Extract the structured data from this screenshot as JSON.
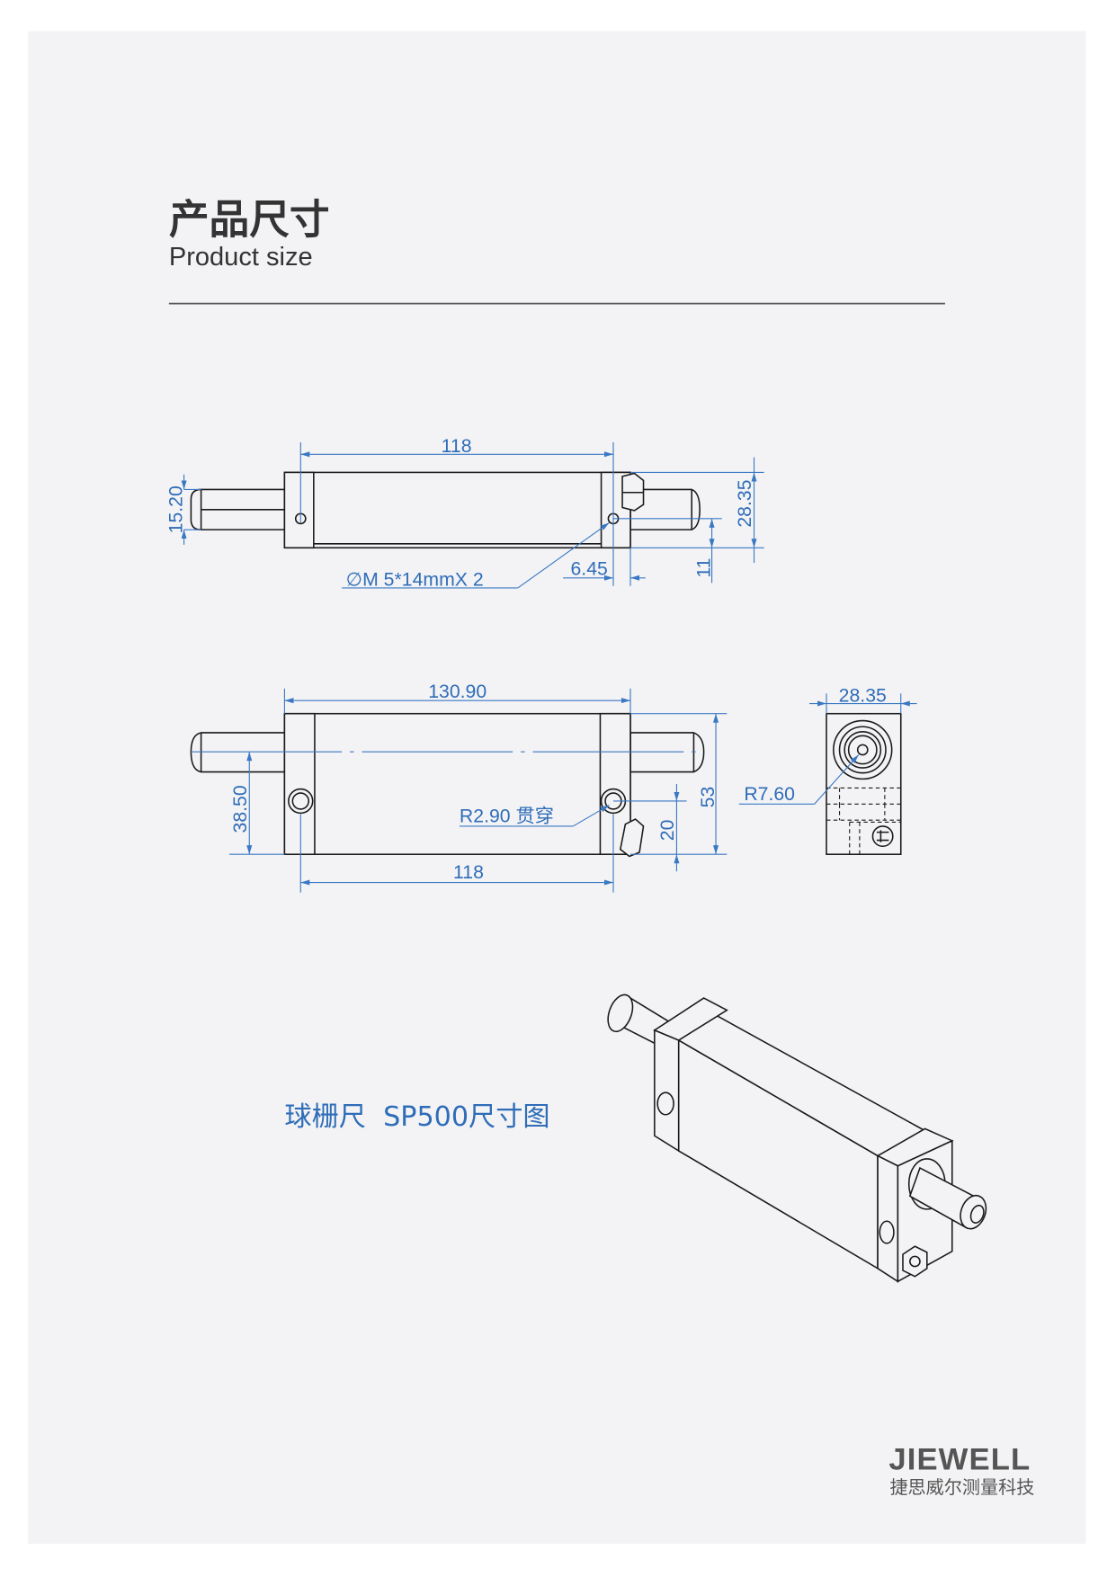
{
  "header": {
    "title": "产品尺寸",
    "subtitle": "Product size"
  },
  "top_view": {
    "length": "118",
    "shaft_diameter": "15.20",
    "height": "28.35",
    "hole_offset": "11",
    "edge_offset": "6.45",
    "hole_spec": "∅M 5*14mmX 2"
  },
  "front_view": {
    "overall_length": "130.90",
    "shaft_height": "38.50",
    "hole_note": "R2.90 贯穿",
    "hole_height": "20",
    "total_height": "53",
    "hole_spacing": "118"
  },
  "side_view": {
    "width": "28.35",
    "radius": "R7.60"
  },
  "caption": "球栅尺  SP500尺寸图",
  "logo": {
    "brand": "JIEWELL",
    "company": "捷思威尔测量科技"
  },
  "colors": {
    "accent": "#2f6db8",
    "panel": "#f3f3f5",
    "text": "#333333"
  }
}
